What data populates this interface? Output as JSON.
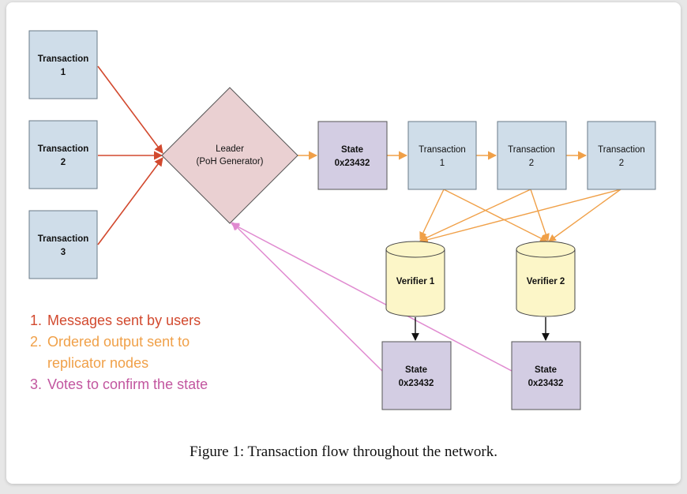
{
  "transactions_in": [
    {
      "line1": "Transaction",
      "line2": "1"
    },
    {
      "line1": "Transaction",
      "line2": "2"
    },
    {
      "line1": "Transaction",
      "line2": "3"
    }
  ],
  "leader": {
    "line1": "Leader",
    "line2": "(PoH Generator)"
  },
  "state_main": {
    "line1": "State",
    "line2": "0x23432"
  },
  "chain": [
    {
      "line1": "Transaction",
      "line2": "1"
    },
    {
      "line1": "Transaction",
      "line2": "2"
    },
    {
      "line1": "Transaction",
      "line2": "2"
    }
  ],
  "verifiers": [
    {
      "label": "Verifier 1"
    },
    {
      "label": "Verifier 2"
    }
  ],
  "verifier_states": [
    {
      "line1": "State",
      "line2": "0x23432"
    },
    {
      "line1": "State",
      "line2": "0x23432"
    }
  ],
  "legend": [
    {
      "num": "1.",
      "text": "Messages sent by users",
      "color": "#d2492e"
    },
    {
      "num": "2.",
      "text": "Ordered output sent to replicator nodes",
      "color": "#f0a048"
    },
    {
      "num": "3.",
      "text": "Votes to confirm the state",
      "color": "#c2569f"
    }
  ],
  "caption": "Figure 1: Transaction flow throughout the network.",
  "colors": {
    "tx_fill": "#cfdde9",
    "leader_fill": "#ead0d2",
    "state_fill": "#d3cde3",
    "verifier_fill": "#fcf6c8",
    "arrow_users": "#d2492e",
    "arrow_ordered": "#f0a048",
    "arrow_votes": "#e08ad0"
  }
}
